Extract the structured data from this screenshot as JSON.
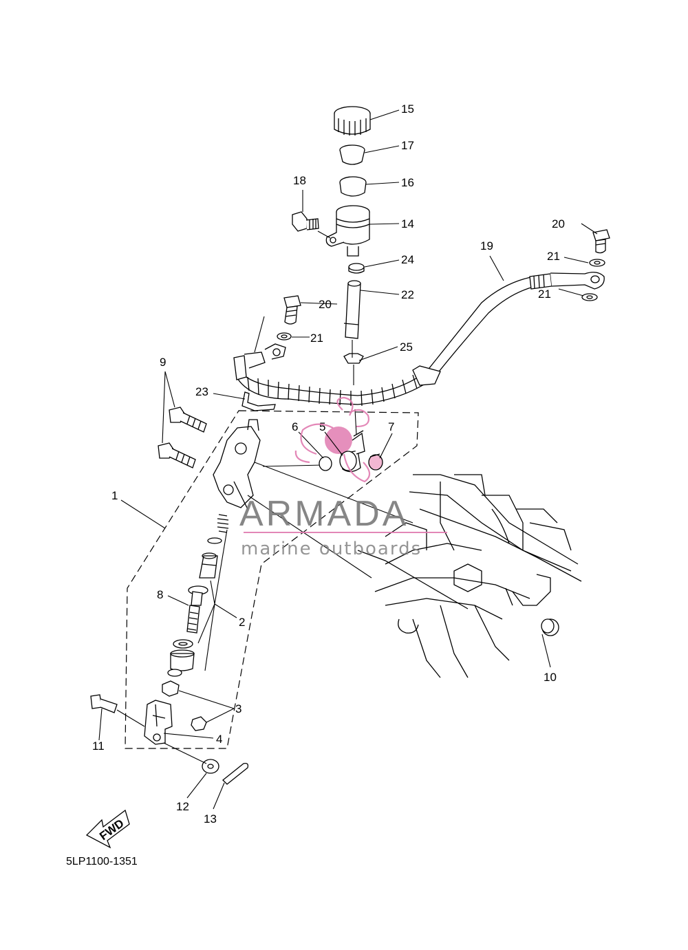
{
  "diagram": {
    "part_code": "5LP1100-1351",
    "fwd_label": "FWD",
    "watermark": {
      "brand": "ARMADA",
      "tagline": "marine outboards",
      "accent_color": "#e07bb0",
      "text_color": "#7a7a7a"
    },
    "callouts": [
      "1",
      "2",
      "3",
      "4",
      "5",
      "6",
      "7",
      "8",
      "9",
      "10",
      "11",
      "12",
      "13",
      "14",
      "15",
      "16",
      "17",
      "18",
      "19",
      "20",
      "20",
      "21",
      "21",
      "21",
      "22",
      "23",
      "24",
      "25"
    ]
  }
}
